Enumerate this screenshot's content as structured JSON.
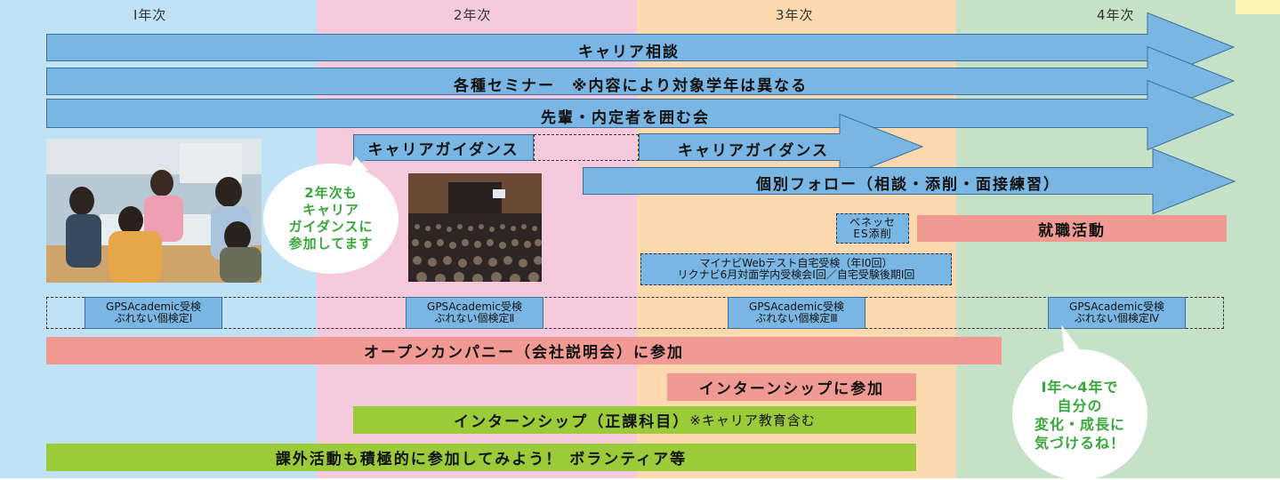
{
  "years": [
    "Ⅰ年次",
    "2年次",
    "3年次",
    "4年次"
  ],
  "arrows": {
    "career_consult": "キャリア相談",
    "seminars": "各種セミナー　※内容により対象学年は異なる",
    "senpai": "先輩・内定者を囲む会",
    "guidance_3": "キャリアガイダンス",
    "follow": "個別フォロー（相談・添削・面接練習）"
  },
  "guidance_2": "キャリアガイダンス",
  "bubble_2nd": [
    "2年次も",
    "キャリア",
    "ガイダンスに",
    "参加してます"
  ],
  "benesse": [
    "ベネッセ",
    "ES添削"
  ],
  "shushoku": "就職活動",
  "mynavi": [
    "マイナビWebテスト自宅受検（年Ⅰ0回）",
    "リクナビ6月対面学内受検会Ⅰ回／自宅受験後期Ⅰ回"
  ],
  "gps": [
    [
      "GPSAcademic受検",
      "ぶれない個検定Ⅰ"
    ],
    [
      "GPSAcademic受検",
      "ぶれない個検定Ⅱ"
    ],
    [
      "GPSAcademic受検",
      "ぶれない個検定Ⅲ"
    ],
    [
      "GPSAcademic受検",
      "ぶれない個検定Ⅳ"
    ]
  ],
  "open_company": "オープンカンパニー（会社説明会）に参加",
  "internship": "インターンシップに参加",
  "internship_course": "インターンシップ（正課科目）",
  "internship_course_note": "※キャリア教育含む",
  "extracurricular": "課外活動も積極的に参加してみよう！ ボランティア等",
  "bubble_growth": [
    "Ⅰ年～4年で",
    "自分の",
    "変化・成長に",
    "気づけるね！"
  ],
  "colors": {
    "year1": "#bfe3f4",
    "year2": "#f6cadd",
    "year3": "#fcd9ae",
    "year4": "#c5e1c7",
    "arrow_blue": "#79b6e3",
    "salmon": "#f19a93",
    "green": "#9ccb3a",
    "bubble_text": "#37a83a"
  }
}
